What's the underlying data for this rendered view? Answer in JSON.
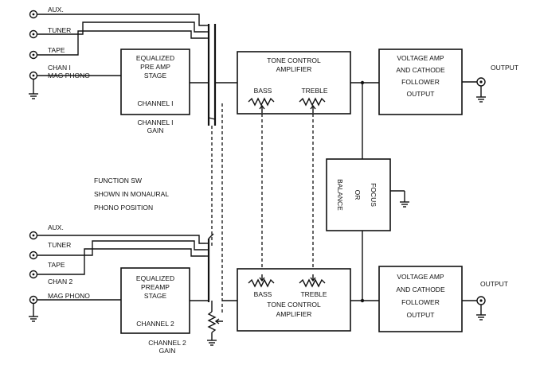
{
  "inputs_ch1": {
    "aux": "AUX.",
    "tuner": "TUNER",
    "tape": "TAPE",
    "chan": "CHAN I",
    "mag": "MAG PHONO"
  },
  "inputs_ch2": {
    "aux": "AUX.",
    "tuner": "TUNER",
    "tape": "TAPE",
    "chan": "CHAN 2",
    "mag": "MAG PHONO"
  },
  "preamp1": {
    "line1": "EQUALIZED",
    "line2": "PRE AMP",
    "line3": "STAGE",
    "channel": "CHANNEL I"
  },
  "preamp2": {
    "line1": "EQUALIZED",
    "line2": "PREAMP",
    "line3": "STAGE",
    "channel": "CHANNEL 2"
  },
  "gain1": {
    "line1": "CHANNEL I",
    "line2": "GAIN"
  },
  "gain2": {
    "line1": "CHANNEL 2",
    "line2": "GAIN"
  },
  "function_sw": {
    "line1": "FUNCTION SW",
    "line2": "SHOWN IN MONAURAL",
    "line3": "PHONO POSITION"
  },
  "tone1": {
    "title1": "TONE CONTROL",
    "title2": "AMPLIFIER",
    "bass": "BASS",
    "treble": "TREBLE"
  },
  "tone2": {
    "title1": "TONE CONTROL",
    "title2": "AMPLIFIER",
    "bass": "BASS",
    "treble": "TREBLE"
  },
  "balance": {
    "line1": "BALANCE",
    "line2": "OR",
    "line3": "FOCUS"
  },
  "voltage1": {
    "line1": "VOLTAGE AMP",
    "line2": "AND CATHODE",
    "line3": "FOLLOWER",
    "line4": "OUTPUT"
  },
  "voltage2": {
    "line1": "VOLTAGE AMP",
    "line2": "AND CATHODE",
    "line3": "FOLLOWER",
    "line4": "OUTPUT"
  },
  "output1": "OUTPUT",
  "output2": "OUTPUT"
}
